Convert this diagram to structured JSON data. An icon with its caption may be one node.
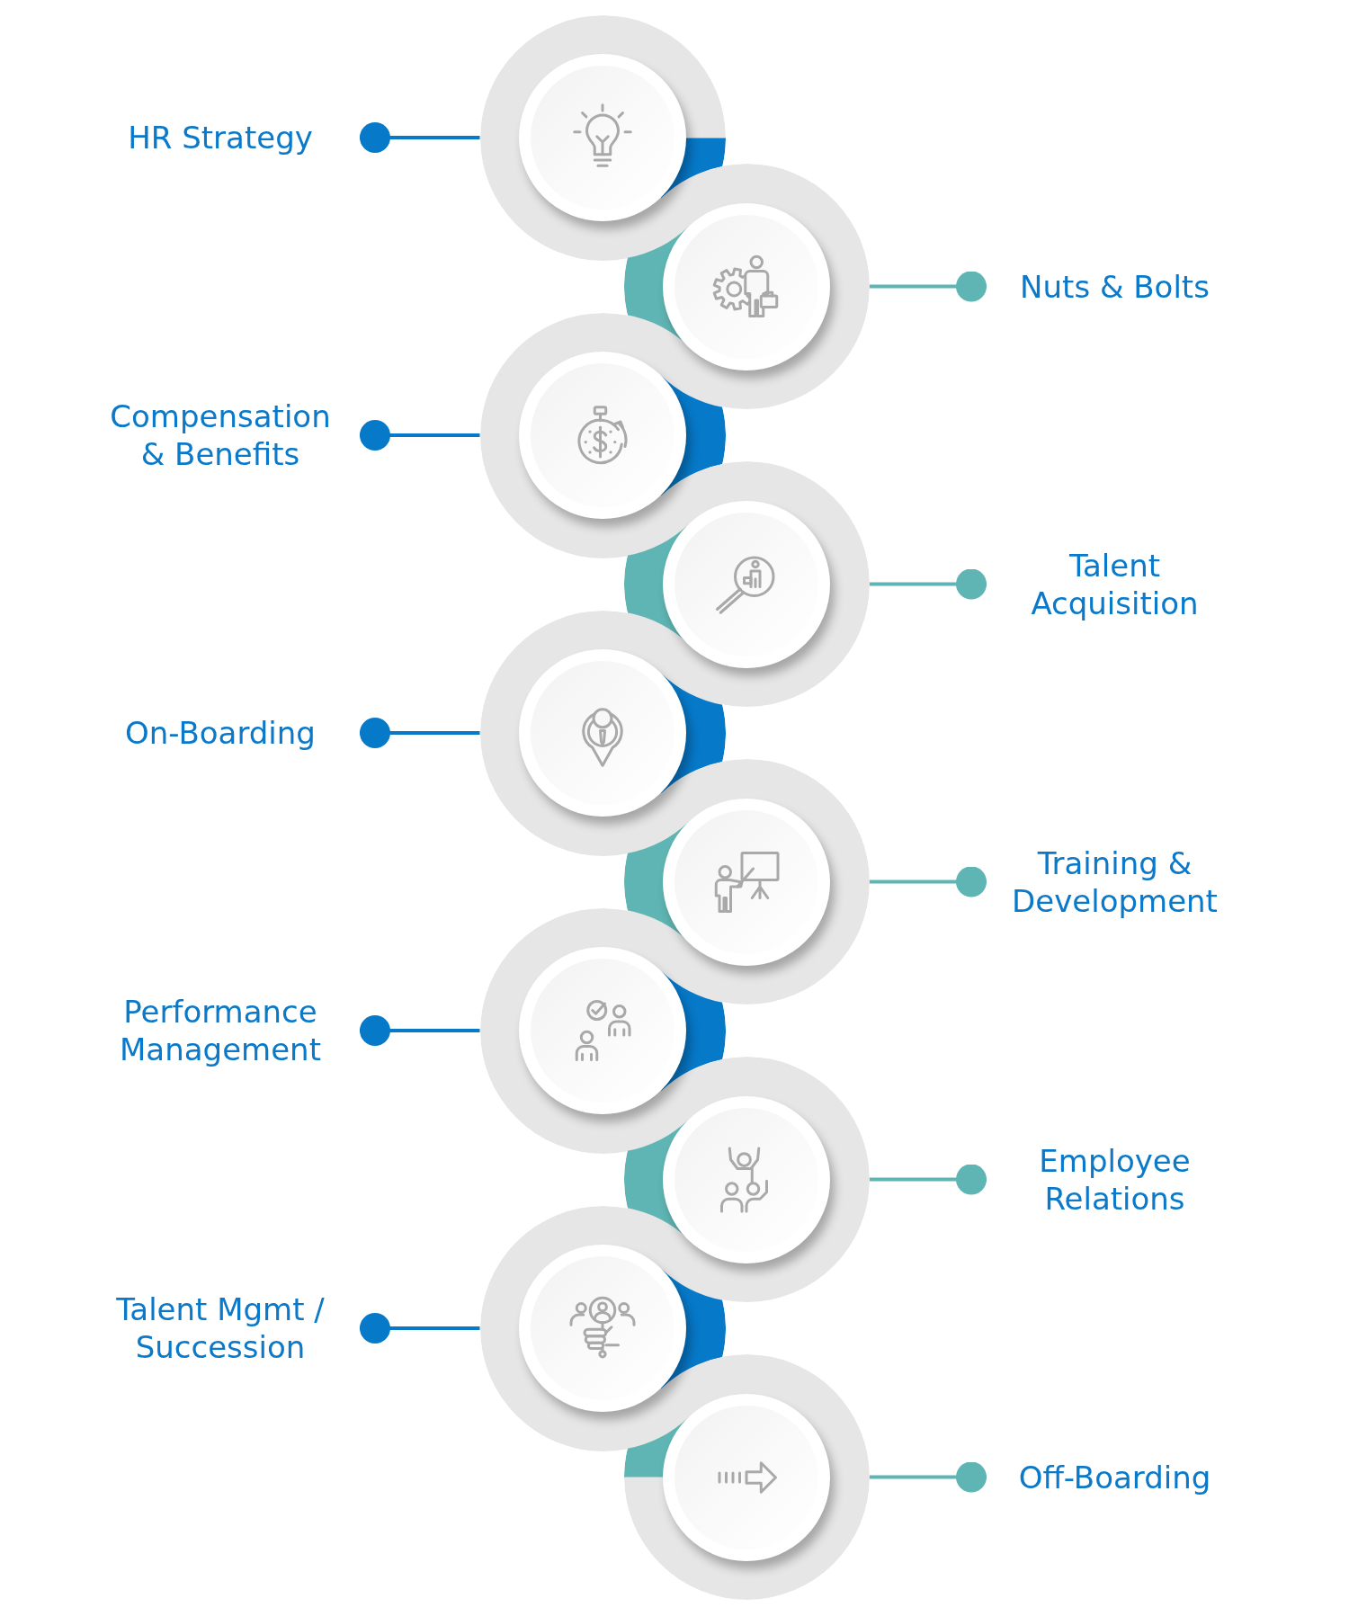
{
  "diagram": {
    "nodes": [
      {
        "text": [
          "HR Strategy"
        ]
      },
      {
        "text": [],
        "shape": "circle"
      },
      {
        "text": [],
        "shape": "circle"
      },
      {
        "text": [
          "Nuts & Bolts"
        ]
      },
      {
        "text": [
          "Compensation & Benefits"
        ]
      },
      {
        "text": [],
        "shape": "circle"
      },
      {
        "text": [],
        "shape": "circle"
      },
      {
        "text": [
          "Talent Acquisition"
        ]
      },
      {
        "text": [
          "On-Boarding"
        ]
      },
      {
        "text": [],
        "shape": "circle"
      },
      {
        "text": [],
        "shape": "circle"
      },
      {
        "text": [
          "Training & Development"
        ]
      },
      {
        "text": [
          "Performance Management"
        ]
      },
      {
        "text": [],
        "shape": "circle"
      },
      {
        "text": [],
        "shape": "circle"
      },
      {
        "text": [
          "Employee Relations"
        ]
      },
      {
        "text": [
          "Talent Mgmt / Succession"
        ]
      },
      {
        "text": [],
        "shape": "circle"
      },
      {
        "text": [],
        "shape": "circle"
      },
      {
        "text": [
          "Off-Boarding"
        ]
      }
    ],
    "edges": [
      {
        "from": 0,
        "to": 1,
        "arrow": "other"
      },
      {
        "from": 3,
        "to": 2,
        "arrow": "other",
        "color": "#5fb5b3"
      },
      {
        "from": 4,
        "to": 5,
        "arrow": "other"
      },
      {
        "from": 7,
        "to": 6,
        "arrow": "other",
        "color": "#5fb5b3"
      },
      {
        "from": 8,
        "to": 9,
        "arrow": "other"
      },
      {
        "from": 11,
        "to": 10,
        "arrow": "other",
        "color": "#5fb5b3"
      },
      {
        "from": 12,
        "to": 13,
        "arrow": "other"
      },
      {
        "from": 15,
        "to": 14,
        "arrow": "other",
        "color": "#5fb5b3"
      },
      {
        "from": 16,
        "to": 17,
        "arrow": "other"
      },
      {
        "from": 19,
        "to": 18,
        "arrow": "other",
        "color": "#5fb5b3"
      }
    ]
  }
}
